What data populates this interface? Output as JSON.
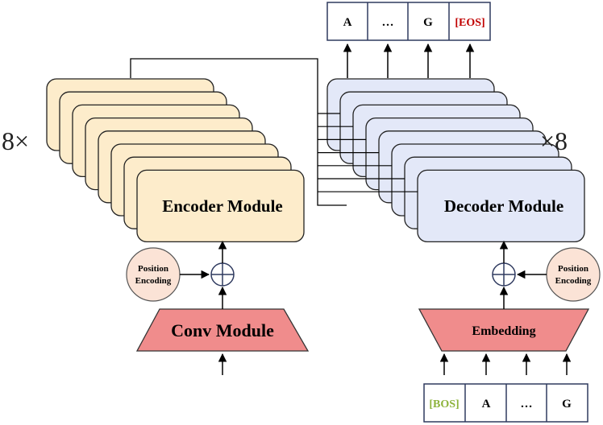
{
  "encoder": {
    "multiplier_label": "8×",
    "module_label": "Encoder Module"
  },
  "decoder": {
    "multiplier_label": "×8",
    "module_label": "Decoder Module"
  },
  "conv_module": {
    "label": "Conv Module"
  },
  "embedding": {
    "label": "Embedding"
  },
  "position_encoding_left": {
    "line1": "Position",
    "line2": "Encoding"
  },
  "position_encoding_right": {
    "line1": "Position",
    "line2": "Encoding"
  },
  "output_tokens": [
    "A",
    "…",
    "G",
    "[EOS]"
  ],
  "input_tokens": [
    "[BOS]",
    "A",
    "…",
    "G"
  ],
  "colors": {
    "encoder_fill": "#fdeccb",
    "decoder_fill": "#e3e8f8",
    "module_fill": "#f08c8c",
    "pe_fill": "#fbe3d6",
    "eos_color": "#c00000",
    "bos_color": "#8db33b",
    "token_border": "#2f3a5f",
    "line": "#000000"
  }
}
